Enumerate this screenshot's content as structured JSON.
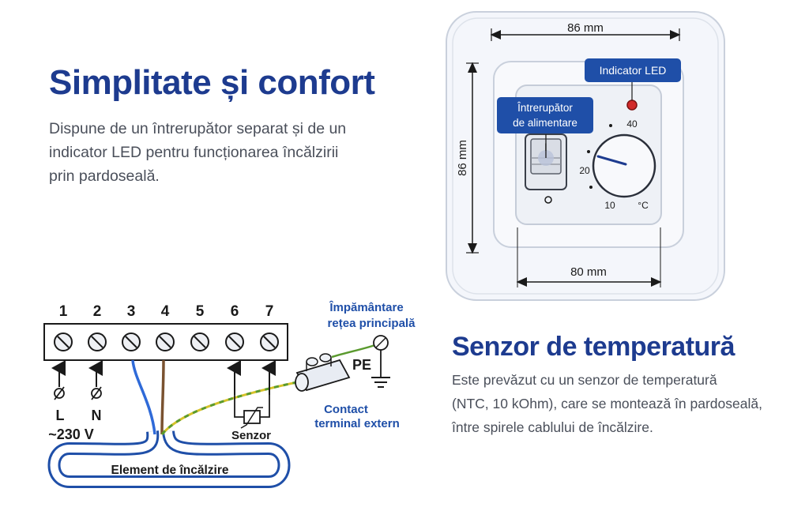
{
  "section1": {
    "title": "Simplitate și confort",
    "lines": [
      "Dispune de un întrerupător separat și de un",
      "indicator LED pentru funcționarea încălzirii",
      "prin pardoseală."
    ]
  },
  "section2": {
    "title": "Senzor de temperatură",
    "lines": [
      "Este prevăzut cu un senzor de temperatură",
      "(NTC, 10 kOhm), care se montează în pardoseală,",
      "între spirele cablului de încălzire."
    ]
  },
  "thermostat": {
    "width_outer": "86 mm",
    "height_outer": "86 mm",
    "width_inner": "80 mm",
    "led_label": "Indicator LED",
    "switch_label_1": "Întrerupător",
    "switch_label_2": "de alimentare",
    "switch_mark": "I",
    "scale": [
      "40",
      "20",
      "10"
    ],
    "unit": "°C"
  },
  "wiring": {
    "terminals": [
      "1",
      "2",
      "3",
      "4",
      "5",
      "6",
      "7"
    ],
    "ground_label_1": "Împământare",
    "ground_label_2": "rețea principală",
    "pe": "PE",
    "l": "L",
    "n": "N",
    "voltage": "~230 V",
    "sensor": "Senzor",
    "contact_1": "Contact",
    "contact_2": "terminal extern",
    "heating": "Element de încălzire"
  },
  "colors": {
    "heading": "#1d3b8f",
    "callout": "#1f4fa8",
    "wire_blue": "#2f6ad8",
    "wire_brown": "#7a5230",
    "wire_green": "#5a9a2e",
    "led": "#d12a2a"
  }
}
